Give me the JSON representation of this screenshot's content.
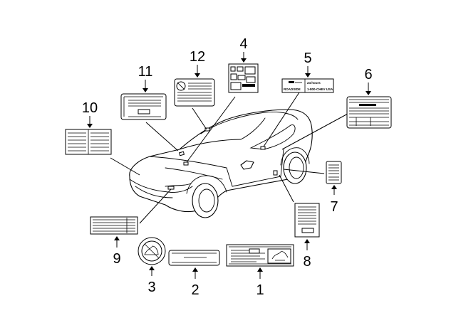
{
  "callouts": [
    {
      "id": "1",
      "label": "1"
    },
    {
      "id": "2",
      "label": "2"
    },
    {
      "id": "3",
      "label": "3"
    },
    {
      "id": "4",
      "label": "4"
    },
    {
      "id": "5",
      "label": "5"
    },
    {
      "id": "6",
      "label": "6"
    },
    {
      "id": "7",
      "label": "7"
    },
    {
      "id": "8",
      "label": "8"
    },
    {
      "id": "9",
      "label": "9"
    },
    {
      "id": "10",
      "label": "10"
    },
    {
      "id": "11",
      "label": "11"
    },
    {
      "id": "12",
      "label": "12"
    }
  ],
  "label5": {
    "left_line": "ROADSIDE",
    "right_line1": "24 hours",
    "right_line2": "1-800-CHEV USA"
  },
  "colors": {
    "ink": "#000000",
    "background": "#ffffff"
  }
}
